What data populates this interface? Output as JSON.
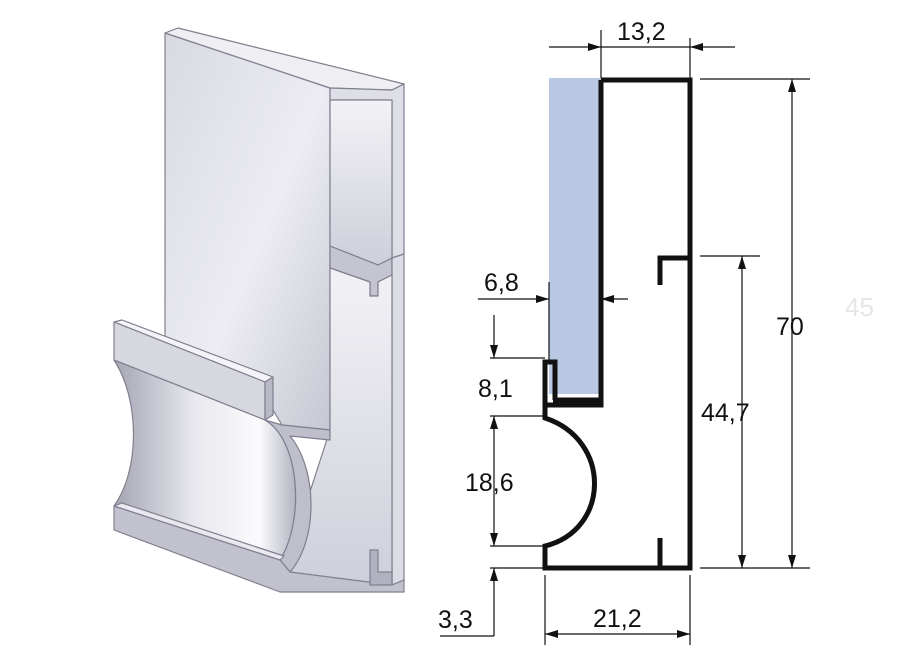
{
  "dimensions": {
    "top_width": "13,2",
    "bottom_width": "21,2",
    "height_total": "70",
    "height_lower": "44,7",
    "glass_thickness": "6,8",
    "lip_height": "8,1",
    "grip_height": "18,6",
    "base_thickness": "3,3"
  },
  "faint_label": "45",
  "colors": {
    "profile_stroke": "#111111",
    "glass_fill": "#b8c8e2",
    "aluminium_light": "#e4e4ec",
    "aluminium_mid": "#c9c9d3",
    "aluminium_dark": "#9c9cab"
  }
}
